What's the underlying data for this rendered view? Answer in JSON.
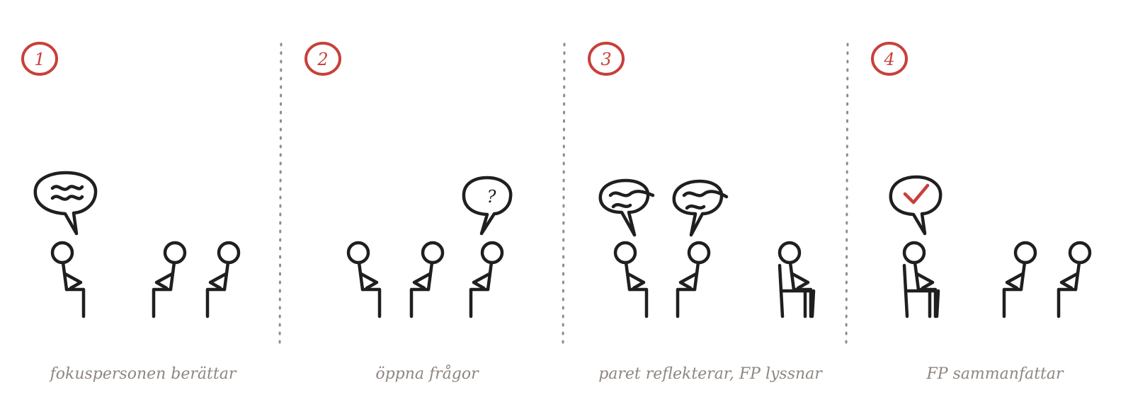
{
  "steps": [
    {
      "number": "1",
      "caption": "fokuspersonen berättar"
    },
    {
      "number": "2",
      "caption": "öppna frågor"
    },
    {
      "number": "3",
      "caption": "paret reflekterar, FP lyssnar"
    },
    {
      "number": "4",
      "caption": "FP sammanfattar"
    }
  ],
  "question_symbol": "?",
  "colors": {
    "accent": "#c8403a",
    "ink": "#1f1f1f",
    "caption": "#8f8680",
    "separator": "#8d8d8d"
  },
  "icons": [
    "speech-bubble-wavy-icon",
    "speech-bubble-question-icon",
    "speech-bubble-check-icon",
    "chair-icon"
  ]
}
